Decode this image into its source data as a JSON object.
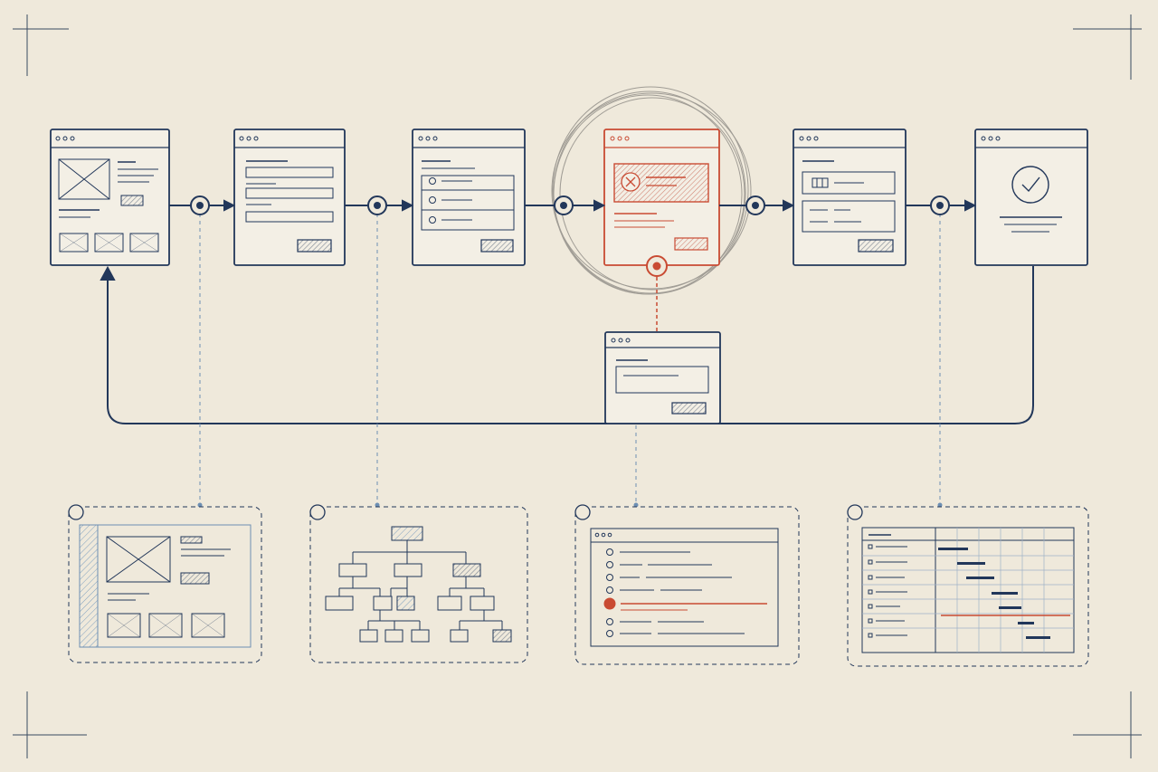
{
  "colors": {
    "paper": "#efe9db",
    "ink": "#22375a",
    "ink_light": "#6d8fb3",
    "accent_red": "#c94b33",
    "pencil": "#8d8a84",
    "hatch": "#9aa3ad"
  },
  "flow": {
    "screens": [
      {
        "id": "landing",
        "kind": "image-layout",
        "state": "normal"
      },
      {
        "id": "form",
        "kind": "form-fields",
        "state": "normal"
      },
      {
        "id": "options",
        "kind": "radio-list",
        "state": "normal"
      },
      {
        "id": "error",
        "kind": "error-alert",
        "state": "error",
        "highlighted": true
      },
      {
        "id": "review",
        "kind": "summary",
        "state": "normal"
      },
      {
        "id": "success",
        "kind": "check-confirmation",
        "state": "success"
      }
    ],
    "connectors": 5,
    "error_branch": {
      "from": "error",
      "kind": "dialog"
    },
    "return_loop": {
      "from": "success",
      "to": "landing"
    }
  },
  "detail_cards": [
    {
      "id": "wireframe-detail",
      "kind": "wireframe",
      "linked_to": "landing"
    },
    {
      "id": "sitemap-detail",
      "kind": "tree-diagram",
      "linked_to": "form"
    },
    {
      "id": "checklist-detail",
      "kind": "checklist",
      "linked_to": "error-dialog",
      "flagged_item": 5
    },
    {
      "id": "timeline-detail",
      "kind": "gantt",
      "linked_to": "review",
      "bars": 7
    }
  ],
  "icons": {
    "error": "x-circle-icon",
    "success": "check-circle-icon",
    "window_controls": "three-dots-icon"
  }
}
